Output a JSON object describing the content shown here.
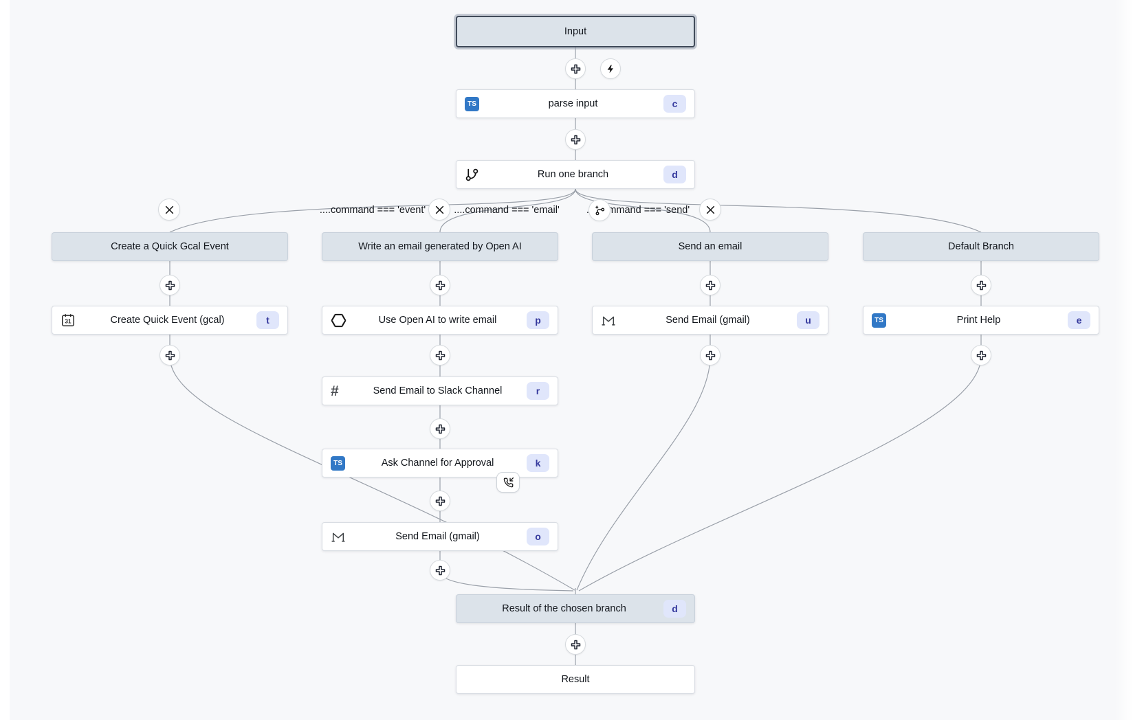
{
  "canvas": {
    "background": "#f7f8fa",
    "edge_color": "#9aa0a9"
  },
  "icons": {
    "typescript": "TS",
    "calendar_day": "31",
    "slack_hash": "#",
    "plus": "add-step-icon",
    "bolt": "trigger-icon",
    "x": "delete-branch-icon",
    "branch_plus": "add-branch-icon",
    "git_branch": "git-branch-icon",
    "openai": "openai-icon",
    "gmail": "gmail-icon",
    "phone_incoming": "phone-incoming-icon"
  },
  "nodes": {
    "input": {
      "label": "Input"
    },
    "parse_input": {
      "label": "parse input",
      "badge": "c"
    },
    "run_one_branch": {
      "label": "Run one branch",
      "badge": "d"
    },
    "result_of_branch": {
      "label": "Result of the chosen branch",
      "badge": "d"
    },
    "result": {
      "label": "Result"
    }
  },
  "branch_labels": {
    "event": "....command === 'event'",
    "email": "....command === 'email'",
    "send": "....command === 'send'"
  },
  "branches": {
    "gcal": {
      "header": "Create a Quick Gcal Event",
      "steps": {
        "create_event": {
          "label": "Create Quick Event (gcal)",
          "badge": "t"
        }
      }
    },
    "openai": {
      "header": "Write an email generated by Open AI",
      "steps": {
        "write_email": {
          "label": "Use Open AI to write email",
          "badge": "p"
        },
        "slack": {
          "label": "Send Email to Slack Channel",
          "badge": "r"
        },
        "approval": {
          "label": "Ask Channel for Approval",
          "badge": "k"
        },
        "gmail": {
          "label": "Send Email (gmail)",
          "badge": "o"
        }
      }
    },
    "email": {
      "header": "Send an email",
      "steps": {
        "gmail": {
          "label": "Send Email (gmail)",
          "badge": "u"
        }
      }
    },
    "default": {
      "header": "Default Branch",
      "steps": {
        "print_help": {
          "label": "Print Help",
          "badge": "e"
        }
      }
    }
  }
}
